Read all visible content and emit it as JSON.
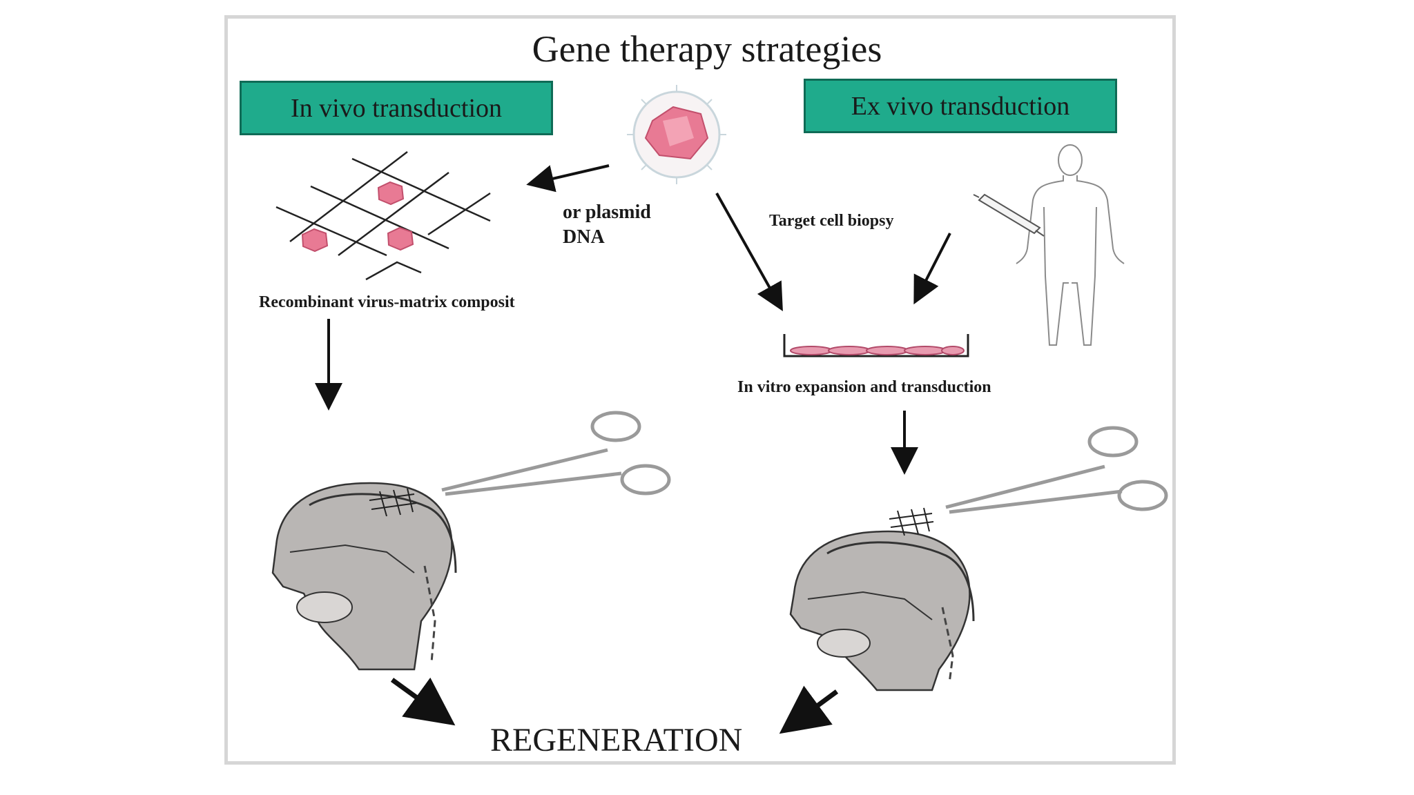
{
  "title": "Gene therapy strategies",
  "in_vivo": {
    "label": "In vivo transduction"
  },
  "ex_vivo": {
    "label": "Ex vivo transduction"
  },
  "plasmid_label": "or plasmid DNA",
  "target_biopsy_label": "Target cell biopsy",
  "composite_label": "Recombinant virus-matrix composit",
  "expansion_label": "In vitro expansion and transduction",
  "outcome_label": "REGENERATION",
  "colors": {
    "box_fill": "#1fab8c",
    "virus_pink": "#e87a94",
    "skull_gray": "#b9b6b4"
  }
}
